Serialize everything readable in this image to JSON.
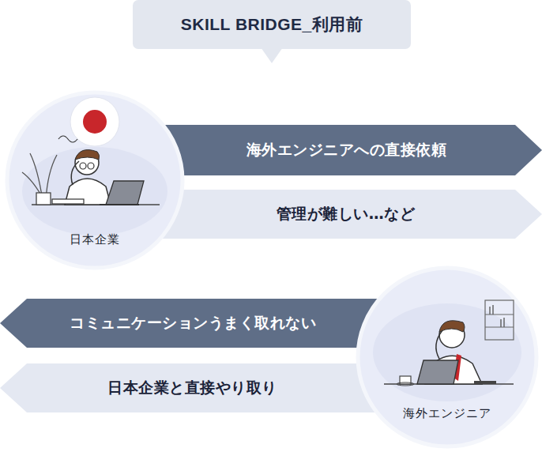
{
  "diagram": {
    "title": "SKILL BRIDGE_利用前",
    "nodes": [
      {
        "text": [
          "日本企業"
        ]
      },
      {
        "text": [
          "海外エンジニアへの直接依頼"
        ]
      },
      {
        "text": [
          "管理が難しい…など"
        ]
      },
      {
        "text": [
          "海外エンジニア"
        ]
      },
      {
        "text": [
          "コミュニケーションうまく取れない"
        ]
      },
      {
        "text": [
          "日本企業と直接やり取り"
        ]
      }
    ]
  }
}
